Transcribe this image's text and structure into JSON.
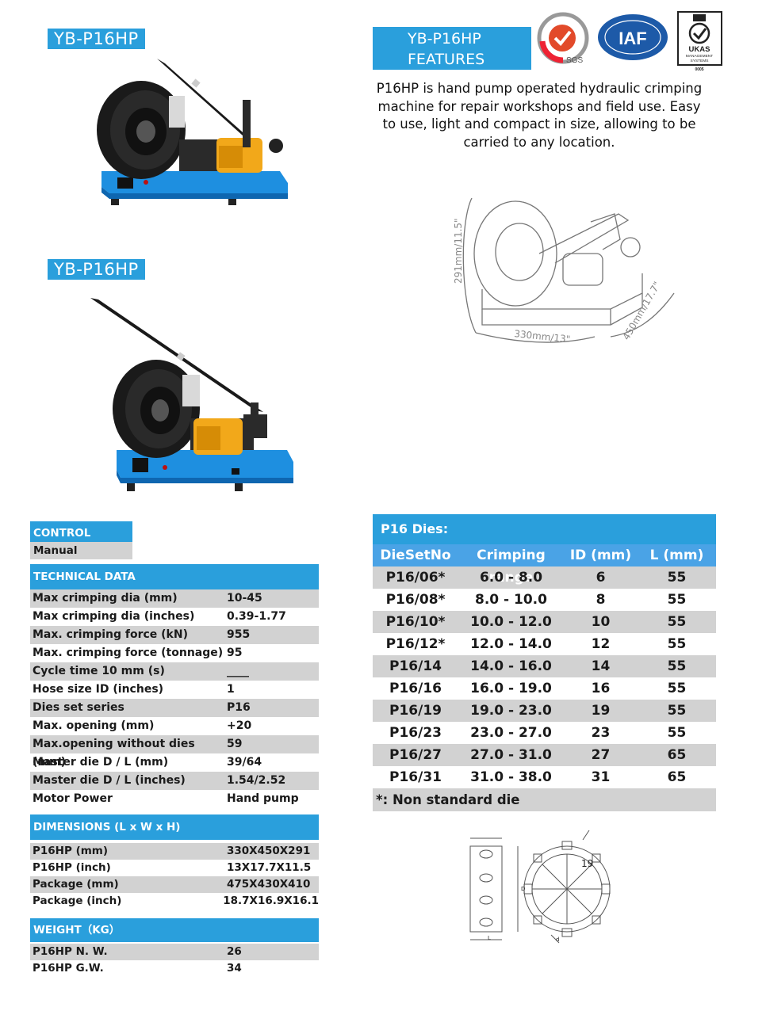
{
  "product": {
    "label_top": "YB-P16HP",
    "label_middle": "YB-P16HP"
  },
  "features": {
    "title_line1": "YB-P16HP",
    "title_line2": "FEATURES",
    "description": "P16HP is hand pump operated hydraulic crimping machine for repair workshops and field use. Easy to use, light and compact in size, allowing to be carried to any location."
  },
  "certifications": {
    "sgs": "SGS",
    "iaf": "IAF",
    "ukas_line1": "UKAS",
    "ukas_line2": "MANAGEMENT",
    "ukas_line3": "SYSTEMS",
    "ukas_num": "0005"
  },
  "drawing": {
    "height_label": "291mm/11.5\"",
    "width_label": "330mm/13\"",
    "depth_label": "450mm/17.7\""
  },
  "die_drawing": {
    "count_label": "19",
    "d_label": "D",
    "l_label": "L",
    "small_d": "d"
  },
  "spec": {
    "control_head": "CONTROL",
    "control_value": "Manual",
    "tech_head": "TECHNICAL DATA",
    "tech_rows": [
      {
        "k": "Max crimping dia (mm)",
        "v": "10-45"
      },
      {
        "k": "Max crimping dia (inches)",
        "v": "0.39-1.77"
      },
      {
        "k": "Max. crimping force (kN)",
        "v": "955"
      },
      {
        "k": "Max. crimping force (tonnage)",
        "v": "95"
      },
      {
        "k": "Cycle time 10 mm  (s)",
        "v": "____"
      },
      {
        "k": "Hose size ID (inches)",
        "v": "1"
      },
      {
        "k": "Dies set series",
        "v": "P16"
      },
      {
        "k": "Max. opening (mm)",
        "v": "+20"
      },
      {
        "k": "Max.opening without dies (mm)",
        "v": "59"
      },
      {
        "k": "Master die D / L (mm)",
        "v": "39/64"
      },
      {
        "k": "Master die D / L (inches)",
        "v": "1.54/2.52"
      },
      {
        "k": "Motor Power",
        "v": "Hand pump"
      }
    ],
    "dim_head": "DIMENSIONS (L x W x H)",
    "dim_rows": [
      {
        "k": "P16HP  (mm)",
        "v": "330X450X291"
      },
      {
        "k": "P16HP  (inch)",
        "v": "13X17.7X11.5"
      },
      {
        "k": "Package (mm)",
        "v": "475X430X410"
      },
      {
        "k": "Package  (inch)",
        "v": "18.7X16.9X16.1"
      }
    ],
    "weight_head": "WEIGHT（KG）",
    "weight_rows": [
      {
        "k": "P16HP N. W.",
        "v": "26"
      },
      {
        "k": "P16HP G.W.",
        "v": "34"
      }
    ]
  },
  "dies": {
    "title": "P16 Dies:",
    "headers": [
      "DieSetNo",
      "Crimping range",
      "ID (mm)",
      "L (mm)"
    ],
    "rows": [
      [
        "P16/06*",
        "6.0 - 8.0",
        "6",
        "55"
      ],
      [
        "P16/08*",
        "8.0 - 10.0",
        "8",
        "55"
      ],
      [
        "P16/10*",
        "10.0 - 12.0",
        "10",
        "55"
      ],
      [
        "P16/12*",
        "12.0 - 14.0",
        "12",
        "55"
      ],
      [
        "P16/14",
        "14.0 - 16.0",
        "14",
        "55"
      ],
      [
        "P16/16",
        "16.0 - 19.0",
        "16",
        "55"
      ],
      [
        "P16/19",
        "19.0 - 23.0",
        "19",
        "55"
      ],
      [
        "P16/23",
        "23.0 - 27.0",
        "23",
        "55"
      ],
      [
        "P16/27",
        "27.0 - 31.0",
        "27",
        "65"
      ],
      [
        "P16/31",
        "31.0 - 38.0",
        "31",
        "65"
      ]
    ],
    "footnote": "*: Non standard die"
  },
  "colors": {
    "accent_blue": "#2a9fdc",
    "header_blue": "#4aa3e6",
    "row_grey": "#d2d2d2",
    "machine_blue": "#1e8fe0",
    "pump_yellow": "#f2a81a"
  }
}
